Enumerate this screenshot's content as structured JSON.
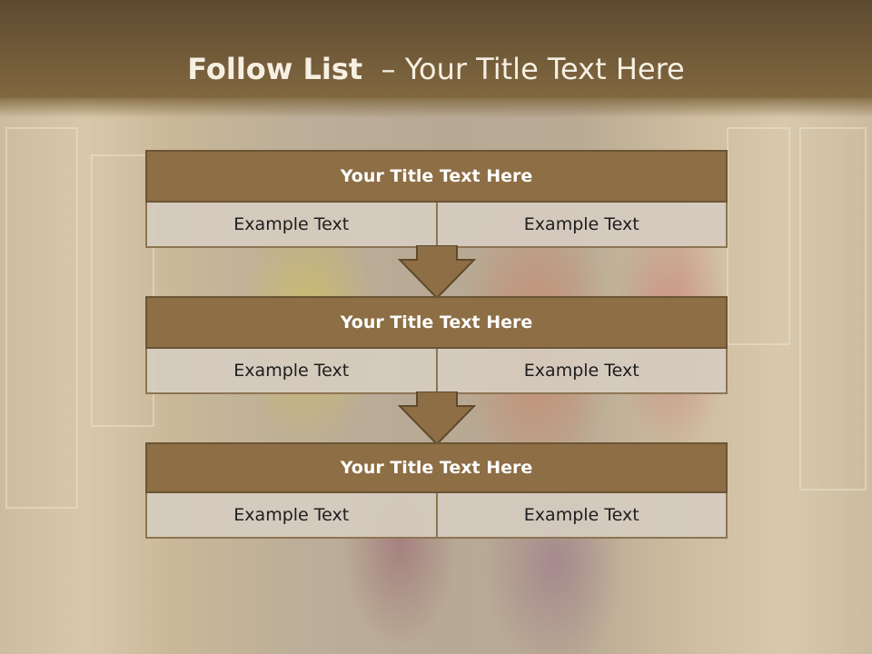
{
  "slide": {
    "title_bold": "Follow List",
    "title_rest": "  – Your Title Text Here"
  },
  "blocks": [
    {
      "title": "Your Title Text Here",
      "cells": [
        "Example Text",
        "Example Text"
      ]
    },
    {
      "title": "Your Title Text Here",
      "cells": [
        "Example Text",
        "Example Text"
      ]
    },
    {
      "title": "Your Title Text Here",
      "cells": [
        "Example Text",
        "Example Text"
      ]
    }
  ],
  "colors": {
    "header": "#6d5737",
    "block_title": "#8d6e45",
    "cell_fill": "#d6ccc0",
    "arrow": "#8d6e45"
  }
}
